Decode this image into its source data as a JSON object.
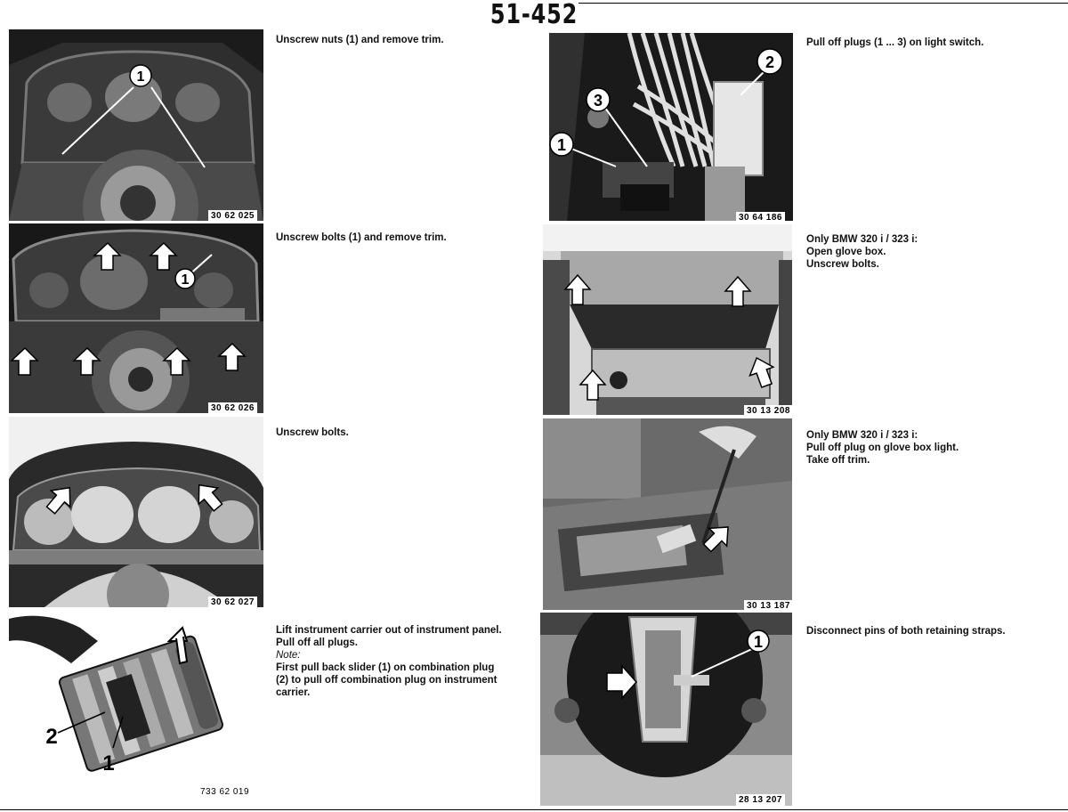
{
  "page": {
    "number": "51-452"
  },
  "panels": [
    {
      "id": "p1",
      "code": "30 62 025",
      "callouts": [
        "1"
      ],
      "caption": [
        "Unscrew nuts (1) and remove trim."
      ]
    },
    {
      "id": "p2",
      "code": "30 62 026",
      "callouts": [
        "1"
      ],
      "caption": [
        "Unscrew bolts (1) and remove trim."
      ]
    },
    {
      "id": "p3",
      "code": "30 62 027",
      "callouts": [],
      "caption": [
        "Unscrew bolts."
      ]
    },
    {
      "id": "p4",
      "code": "733 62 019",
      "callouts": [
        "2",
        "1"
      ],
      "caption": [
        "Lift instrument carrier out of instrument panel.",
        "Pull off all plugs."
      ],
      "note_label": "Note:",
      "note": [
        "First pull back slider (1) on combination plug",
        "(2) to pull off combination plug on instrument",
        "carrier."
      ]
    },
    {
      "id": "p5",
      "code": "30 64 186",
      "callouts": [
        "2",
        "3",
        "1"
      ],
      "caption": [
        "Pull off plugs (1 ... 3) on light switch."
      ]
    },
    {
      "id": "p6",
      "code": "30 13 208",
      "callouts": [],
      "caption": [
        "Only BMW 320 i / 323 i:",
        "Open glove box.",
        "Unscrew bolts."
      ]
    },
    {
      "id": "p7",
      "code": "30 13 187",
      "callouts": [],
      "caption": [
        "Only BMW 320 i / 323 i:",
        "Pull off plug on glove box light.",
        "Take off trim."
      ]
    },
    {
      "id": "p8",
      "code": "28 13 207",
      "callouts": [
        "1"
      ],
      "caption": [
        "Disconnect pins of both retaining straps."
      ]
    }
  ]
}
